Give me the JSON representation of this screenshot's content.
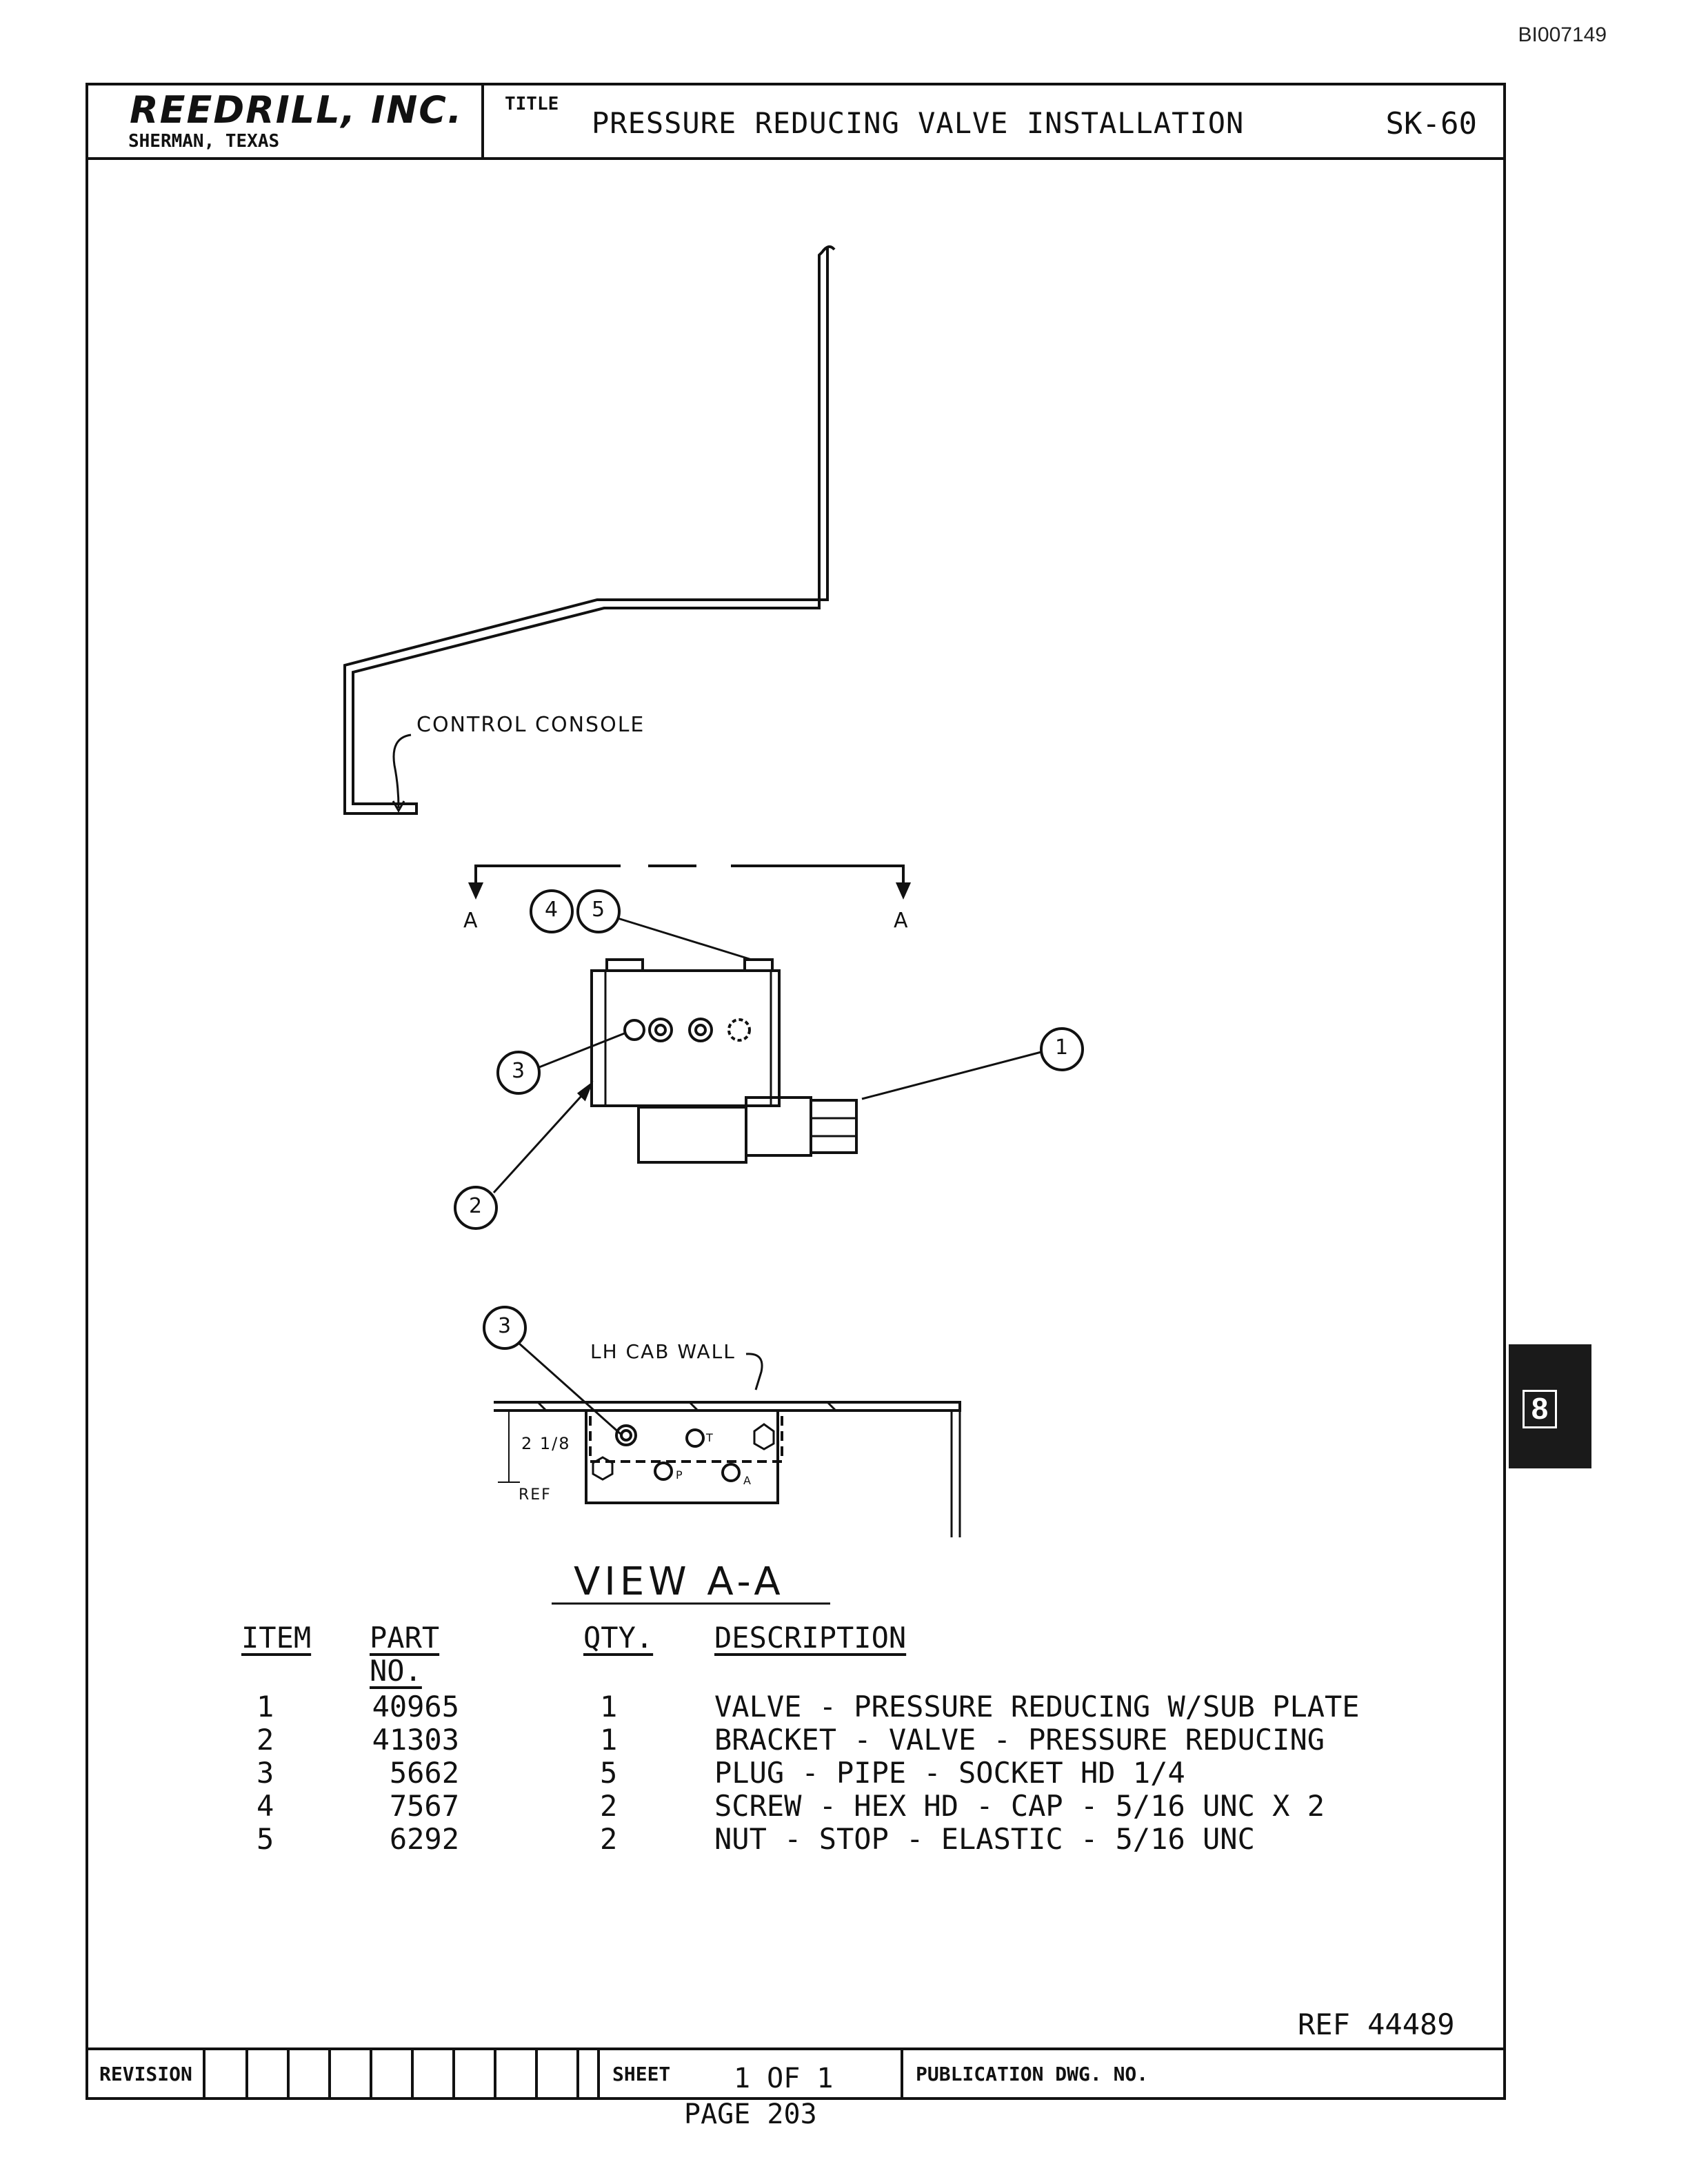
{
  "doc_id": "BI007149",
  "title_block": {
    "company": "REEDRILL, INC.",
    "location": "SHERMAN, TEXAS",
    "title_label": "TITLE",
    "title": "PRESSURE REDUCING VALVE INSTALLATION",
    "drawing_no": "SK-60"
  },
  "drawing": {
    "control_console_label": "CONTROL CONSOLE",
    "section_label_left": "A",
    "section_label_right": "A",
    "balloon_1": "1",
    "balloon_2": "2",
    "balloon_3": "3",
    "balloon_4": "4",
    "balloon_5": "5",
    "cab_wall_label": "LH CAB WALL",
    "dim_value": "2 1/8",
    "dim_ref": "REF",
    "port_p": "P",
    "port_t": "T",
    "port_a": "A",
    "view_label": "VIEW A-A"
  },
  "parts_table": {
    "headers": {
      "item": "ITEM",
      "part_no": "PART NO.",
      "qty": "QTY.",
      "description": "DESCRIPTION"
    },
    "rows": [
      {
        "item": "1",
        "part_no": "40965",
        "qty": "1",
        "description": "VALVE - PRESSURE REDUCING W/SUB PLATE"
      },
      {
        "item": "2",
        "part_no": "41303",
        "qty": "1",
        "description": "BRACKET - VALVE - PRESSURE REDUCING"
      },
      {
        "item": "3",
        "part_no": "5662",
        "qty": "5",
        "description": "PLUG - PIPE - SOCKET HD 1/4"
      },
      {
        "item": "4",
        "part_no": "7567",
        "qty": "2",
        "description": "SCREW - HEX HD - CAP - 5/16 UNC X 2"
      },
      {
        "item": "5",
        "part_no": "6292",
        "qty": "2",
        "description": "NUT - STOP - ELASTIC - 5/16 UNC"
      }
    ]
  },
  "ref_number": "REF 44489",
  "bottom_strip": {
    "revision_label": "REVISION",
    "sheet_label": "SHEET",
    "sheet_value": "1 OF 1",
    "publication_label": "PUBLICATION DWG. NO."
  },
  "page_number": "PAGE 203",
  "section_tab": "8"
}
